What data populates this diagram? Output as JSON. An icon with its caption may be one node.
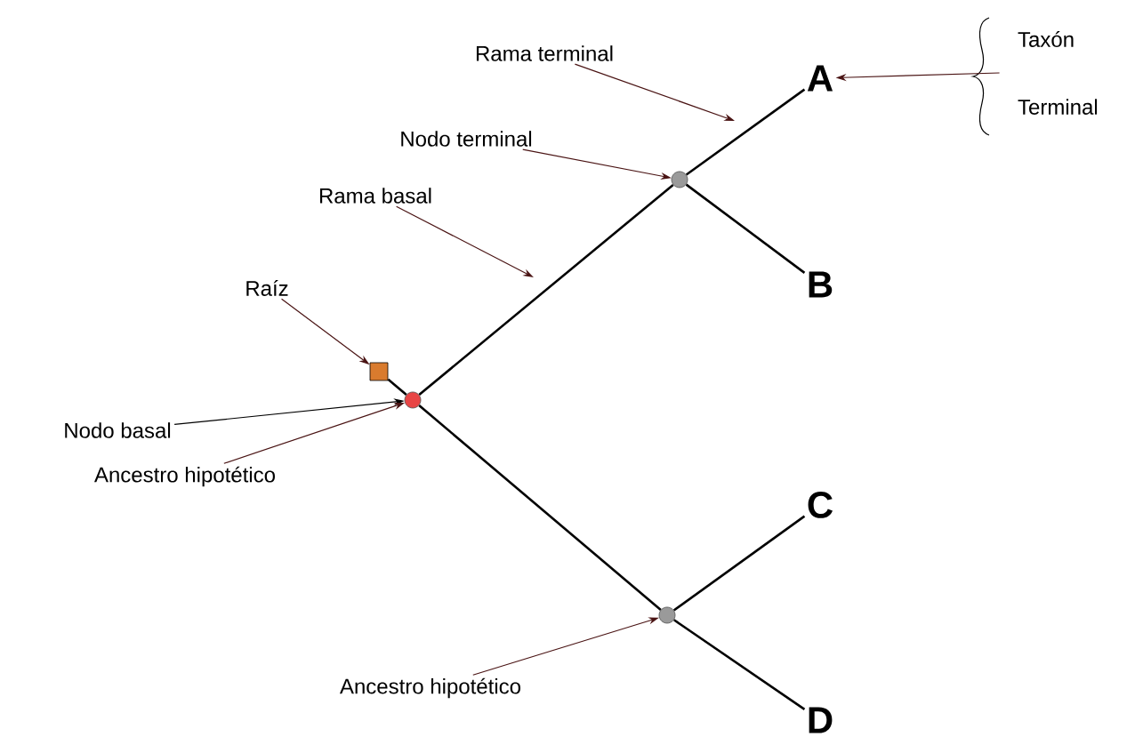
{
  "diagram": {
    "nodes": [
      {
        "text": [
          "Rama terminal"
        ]
      },
      {
        "text": [
          "A"
        ]
      },
      {
        "text": [
          "Taxón Terminal"
        ]
      },
      {
        "text": [
          "Nodo terminal"
        ]
      },
      {
        "text": [],
        "shape": "circle"
      },
      {
        "text": [
          "Rama basal"
        ]
      },
      {
        "text": [
          "B"
        ]
      },
      {
        "text": [
          "Raíz"
        ]
      },
      {
        "text": [],
        "shape": "box"
      },
      {
        "text": [],
        "shape": "circle"
      },
      {
        "text": [
          "Nodo basal"
        ]
      },
      {
        "text": [
          "Ancestro hipotético"
        ]
      },
      {
        "text": [
          "C"
        ]
      },
      {
        "text": [],
        "shape": "circle"
      },
      {
        "text": [
          "Ancestro hipotético"
        ]
      },
      {
        "text": [
          "D"
        ]
      }
    ],
    "edges": [
      {
        "from": 8,
        "to": 9,
        "arrow": "none"
      },
      {
        "from": 9,
        "to": 4,
        "arrow": "none"
      },
      {
        "from": 4,
        "to": 1,
        "arrow": "none"
      },
      {
        "from": 4,
        "to": 6,
        "arrow": "none"
      },
      {
        "from": 9,
        "to": 13,
        "arrow": "none"
      },
      {
        "from": 13,
        "to": 12,
        "arrow": "none"
      },
      {
        "from": 13,
        "to": 15,
        "arrow": "none"
      },
      {
        "from": 0,
        "to": null,
        "arrow": "to",
        "color": "#4a1414"
      },
      {
        "from": 3,
        "to": 4,
        "arrow": "to",
        "color": "#4a1414"
      },
      {
        "from": 5,
        "to": null,
        "arrow": "to",
        "color": "#4a1414"
      },
      {
        "from": 7,
        "to": 8,
        "arrow": "to",
        "color": "#4a1414"
      },
      {
        "from": 10,
        "to": 9,
        "arrow": "to"
      },
      {
        "from": 11,
        "to": 9,
        "arrow": "to",
        "color": "#4a1414"
      },
      {
        "from": 14,
        "to": 13,
        "arrow": "to",
        "color": "#4a1414"
      },
      {
        "from": 2,
        "to": 1,
        "arrow": "to",
        "color": "#4a1414"
      }
    ]
  }
}
